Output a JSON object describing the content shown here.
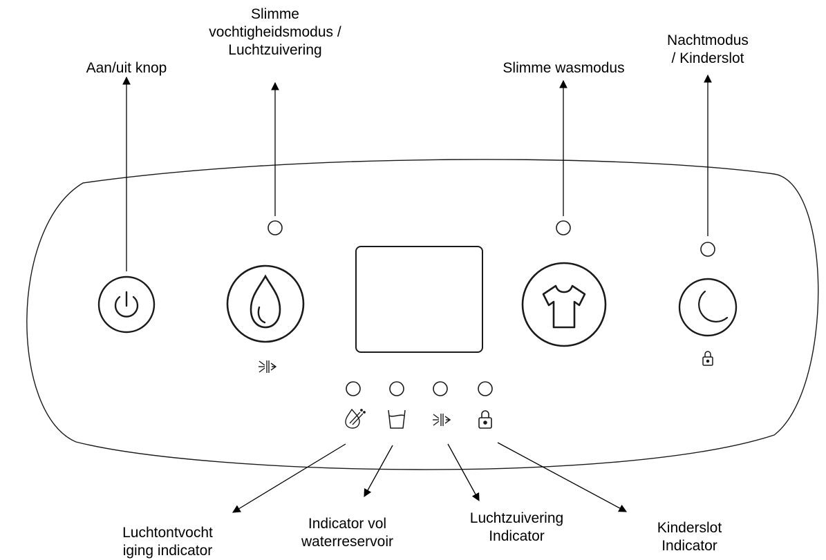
{
  "labels": {
    "power": "Aan/uit knop",
    "humidity_mode": "Slimme\nvochtigheidsmodus /\nLuchtzuivering",
    "laundry_mode": "Slimme wasmodus",
    "night_mode": "Nachtmodus\n/ Kinderslot",
    "dehumid_indicator": "Luchtontvocht\niging indicator",
    "tank_full_indicator": "Indicator vol\nwaterreservoir",
    "purify_indicator": "Luchtzuivering\nIndicator",
    "child_lock_indicator": "Kinderslot\nIndicator"
  },
  "icons": {
    "power": "power-icon",
    "humidity": "water-drop-icon",
    "laundry": "t-shirt-icon",
    "night": "moon-icon",
    "purify": "air-purification-icon",
    "lock": "padlock-icon",
    "dehumid": "dehumidification-icon",
    "tank": "water-tank-icon"
  },
  "colors": {
    "line": "#1a1a1a",
    "background": "#ffffff"
  }
}
